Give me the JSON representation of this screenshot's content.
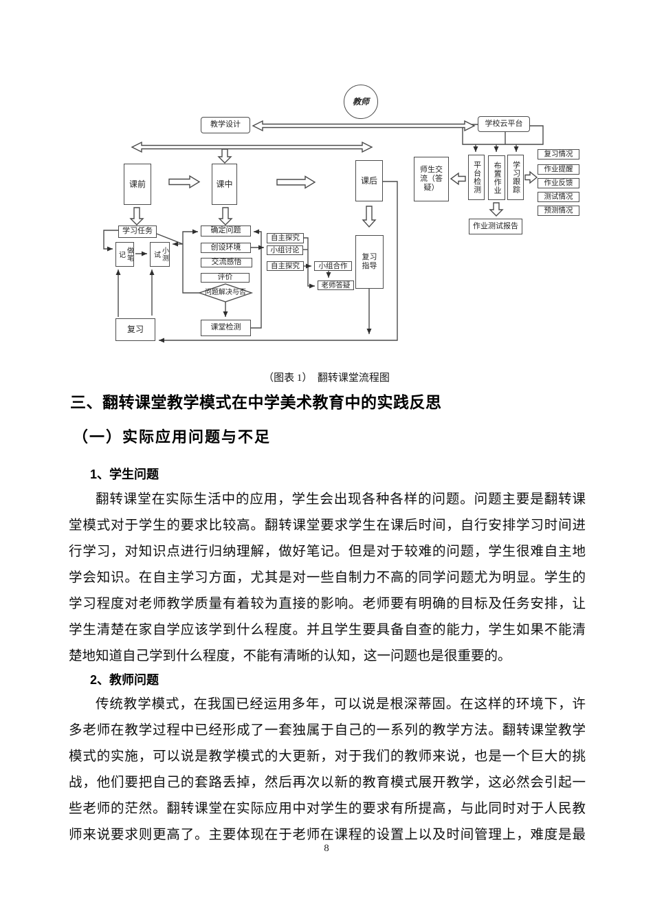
{
  "figure": {
    "caption": "（图表 1）　翻转课堂流程图",
    "nodes": {
      "teacher": "教师",
      "teaching_design": "教学设计",
      "school_cloud_platform": "学校云平台",
      "pre_class": "课前",
      "in_class": "课中",
      "after_class": "课后",
      "learning_task": "学习任务",
      "take_notes": "做笔记",
      "quiz": "小测试",
      "review": "复习",
      "define_problem": "确定问题",
      "create_environment": "创设环境",
      "exchange_insights": "交流感悟",
      "evaluation": "评价",
      "problem_solved_or_not": "问题解决与否",
      "class_test": "课堂检测",
      "self_inquiry_1": "自主探究",
      "group_discussion": "小组讨论",
      "self_inquiry_2": "自主探究",
      "group_cooperation": "小组合作",
      "teacher_answering": "老师答疑",
      "review_guidance": "复习指导",
      "teacher_student_communication": "师生交流（答疑）",
      "platform_check": "平台检测",
      "assign_homework": "布置作业",
      "learning_tracking": "学习跟踪",
      "review_status": "复习情况",
      "homework_reminder": "作业提醒",
      "homework_feedback": "作业反馈",
      "test_status": "测试情况",
      "prediction_status": "预测情况",
      "homework_test_report": "作业测试报告"
    }
  },
  "content": {
    "heading1": "三、翻转课堂教学模式在中学美术教育中的实践反思",
    "heading2": "（一）实际应用问题与不足",
    "sub1_title": "1、学生问题",
    "para1_lines": [
      "翻转课堂在实际生活中的应用，学生会出现各种各样的问题。问题主要是翻转课",
      "堂模式对于学生的要求比较高。翻转课堂要求学生在课后时间，自行安排学习时间进",
      "行学习，对知识点进行归纳理解，做好笔记。但是对于较难的问题，学生很难自主地",
      "学会知识。在自主学习方面，尤其是对一些自制力不高的同学问题尤为明显。学生的",
      "学习程度对老师教学质量有着较为直接的影响。老师要有明确的目标及任务安排，让",
      "学生清楚在家自学应该学到什么程度。并且学生要具备自查的能力，学生如果不能清",
      "楚地知道自己学到什么程度，不能有清晰的认知，这一问题也是很重要的。"
    ],
    "sub2_title": "2、教师问题",
    "para2_lines": [
      "传统教学模式，在我国已经运用多年，可以说是根深蒂固。在这样的环境下，许",
      "多老师在教学过程中已经形成了一套独属于自己的一系列的教学方法。翻转课堂教学",
      "模式的实施，可以说是教学模式的大更新，对于我们的教师来说，也是一个巨大的挑",
      "战，他们要把自己的套路丢掉，然后再次以新的教育模式展开教学，这必然会引起一",
      "些老师的茫然。翻转课堂在实际应用中对学生的要求有所提高，与此同时对于人民教",
      "师来说要求则更高了。主要体现在于老师在课程的设置上以及时间管理上，难度是最"
    ]
  },
  "page": {
    "number": "8"
  }
}
